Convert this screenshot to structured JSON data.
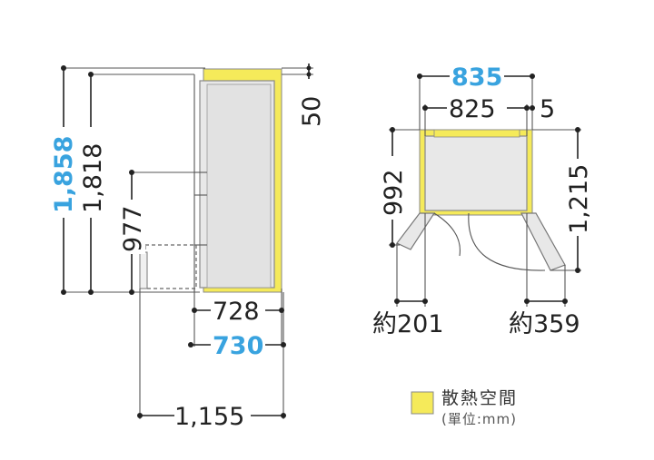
{
  "colors": {
    "accent_blue": "#39a3df",
    "heat_space_yellow": "#f5ea5a",
    "body_gray": "#e8e8e8",
    "line": "#222222"
  },
  "side_view": {
    "height_total": "1,858",
    "height_body": "1,818",
    "height_drawer_top": "977",
    "top_gap": "50",
    "depth_body": "728",
    "depth_total": "730",
    "depth_open": "1,155"
  },
  "top_view": {
    "width_total": "835",
    "width_body": "825",
    "side_gap": "5",
    "door_open_left_depth": "992",
    "door_open_right_depth": "1,215",
    "left_door_width": "約201",
    "right_door_width": "約359"
  },
  "legend": {
    "label": "散熱空間",
    "unit": "(單位:mm)"
  }
}
